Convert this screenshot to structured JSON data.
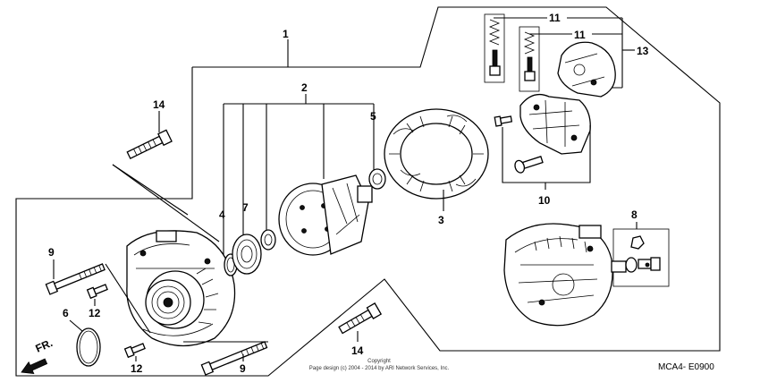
{
  "diagram": {
    "callouts": {
      "p1": "1",
      "p2": "2",
      "p3": "3",
      "p4": "4",
      "p5": "5",
      "p6": "6",
      "p7": "7",
      "p8": "8",
      "p9a": "9",
      "p9b": "9",
      "p10": "10",
      "p11a": "11",
      "p11b": "11",
      "p12a": "12",
      "p12b": "12",
      "p13": "13",
      "p14a": "14",
      "p14b": "14"
    },
    "diagram_code": "MCA4- E0900",
    "front_marker": "FR.",
    "copyright_line1": "Copyright",
    "copyright_line2": "Page design (c) 2004 - 2014 by ARI Network Services, Inc."
  }
}
